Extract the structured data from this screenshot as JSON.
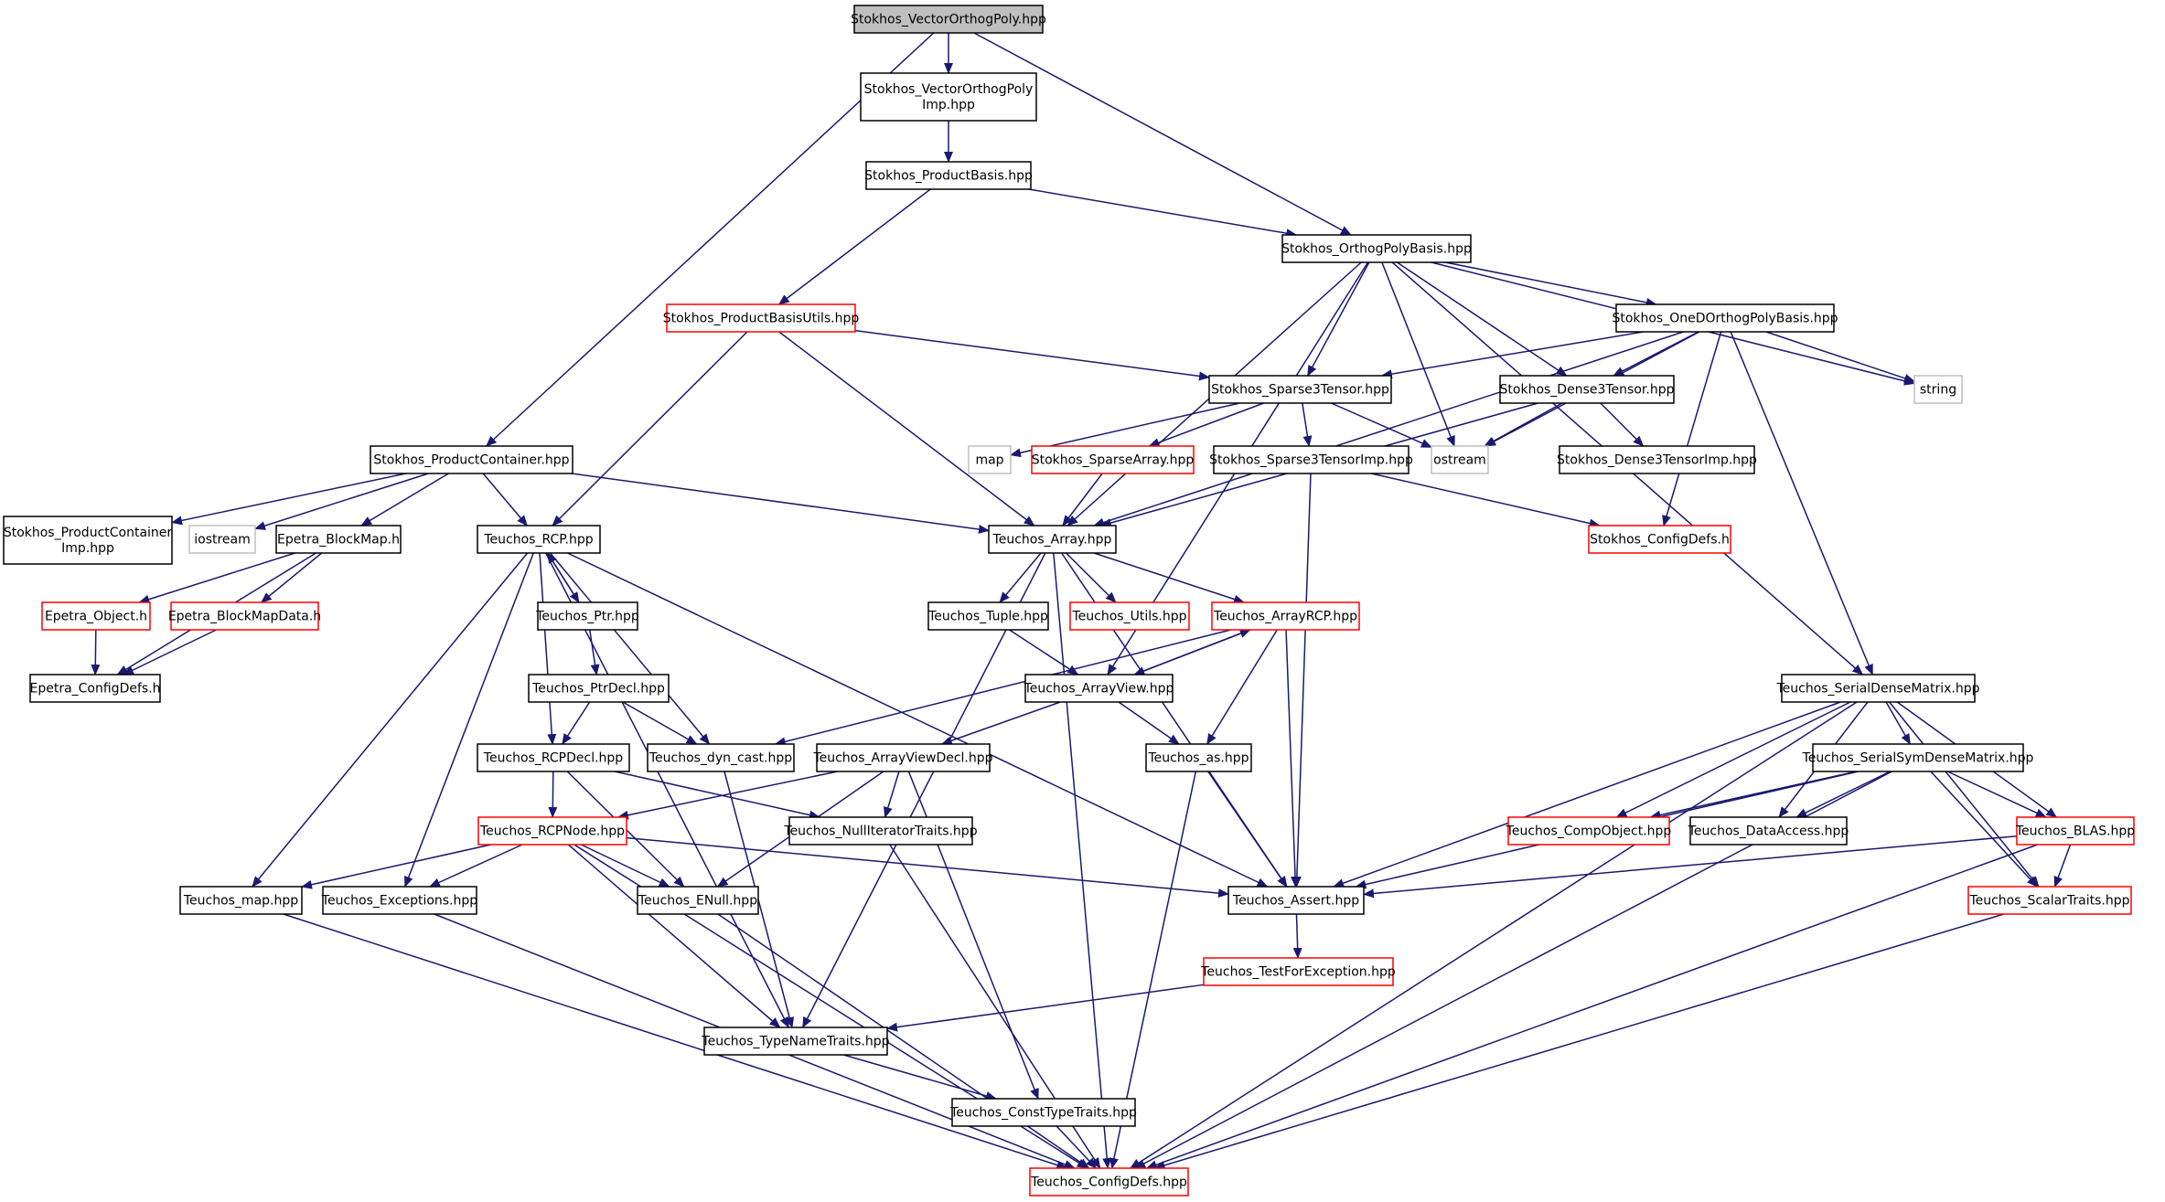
{
  "title": "Stokhos_VectorOrthogPoly.hpp",
  "colors": {
    "edge": "#191970",
    "node_border_normal": "#000000",
    "node_border_truncated": "#ff0000",
    "node_border_external": "#bfbfbf",
    "node_fill_root": "#bfbfbf",
    "node_fill": "#ffffff",
    "text": "#000000"
  },
  "nodes": [
    {
      "id": "root",
      "lines": [
        "Stokhos_VectorOrthogPoly.hpp"
      ],
      "style": "root"
    },
    {
      "id": "vopimp",
      "lines": [
        "Stokhos_VectorOrthogPoly",
        "Imp.hpp"
      ],
      "style": "normal"
    },
    {
      "id": "prodbasis",
      "lines": [
        "Stokhos_ProductBasis.hpp"
      ],
      "style": "normal"
    },
    {
      "id": "orthog",
      "lines": [
        "Stokhos_OrthogPolyBasis.hpp"
      ],
      "style": "normal"
    },
    {
      "id": "pbutils",
      "lines": [
        "Stokhos_ProductBasisUtils.hpp"
      ],
      "style": "truncated"
    },
    {
      "id": "oned",
      "lines": [
        "Stokhos_OneDOrthogPolyBasis.hpp"
      ],
      "style": "normal"
    },
    {
      "id": "sparse3",
      "lines": [
        "Stokhos_Sparse3Tensor.hpp"
      ],
      "style": "normal"
    },
    {
      "id": "dense3",
      "lines": [
        "Stokhos_Dense3Tensor.hpp"
      ],
      "style": "normal"
    },
    {
      "id": "string",
      "lines": [
        "string"
      ],
      "style": "external"
    },
    {
      "id": "prodcont",
      "lines": [
        "Stokhos_ProductContainer.hpp"
      ],
      "style": "normal"
    },
    {
      "id": "map",
      "lines": [
        "map"
      ],
      "style": "external"
    },
    {
      "id": "sparsearr",
      "lines": [
        "Stokhos_SparseArray.hpp"
      ],
      "style": "truncated"
    },
    {
      "id": "sp3imp",
      "lines": [
        "Stokhos_Sparse3TensorImp.hpp"
      ],
      "style": "normal"
    },
    {
      "id": "ostream",
      "lines": [
        "ostream"
      ],
      "style": "external"
    },
    {
      "id": "d3imp",
      "lines": [
        "Stokhos_Dense3TensorImp.hpp"
      ],
      "style": "normal"
    },
    {
      "id": "pcimp",
      "lines": [
        "Stokhos_ProductContainer",
        "Imp.hpp"
      ],
      "style": "normal"
    },
    {
      "id": "iostream",
      "lines": [
        "iostream"
      ],
      "style": "external"
    },
    {
      "id": "blockmap",
      "lines": [
        "Epetra_BlockMap.h"
      ],
      "style": "normal"
    },
    {
      "id": "rcp",
      "lines": [
        "Teuchos_RCP.hpp"
      ],
      "style": "normal"
    },
    {
      "id": "array",
      "lines": [
        "Teuchos_Array.hpp"
      ],
      "style": "normal"
    },
    {
      "id": "configdefs",
      "lines": [
        "Stokhos_ConfigDefs.h"
      ],
      "style": "truncated"
    },
    {
      "id": "epobj",
      "lines": [
        "Epetra_Object.h"
      ],
      "style": "truncated"
    },
    {
      "id": "bmdata",
      "lines": [
        "Epetra_BlockMapData.h"
      ],
      "style": "truncated"
    },
    {
      "id": "ptr",
      "lines": [
        "Teuchos_Ptr.hpp"
      ],
      "style": "normal"
    },
    {
      "id": "tuple",
      "lines": [
        "Teuchos_Tuple.hpp"
      ],
      "style": "normal"
    },
    {
      "id": "utils",
      "lines": [
        "Teuchos_Utils.hpp"
      ],
      "style": "truncated"
    },
    {
      "id": "arcp",
      "lines": [
        "Teuchos_ArrayRCP.hpp"
      ],
      "style": "truncated"
    },
    {
      "id": "epconf",
      "lines": [
        "Epetra_ConfigDefs.h"
      ],
      "style": "normal"
    },
    {
      "id": "ptrdecl",
      "lines": [
        "Teuchos_PtrDecl.hpp"
      ],
      "style": "normal"
    },
    {
      "id": "aview",
      "lines": [
        "Teuchos_ArrayView.hpp"
      ],
      "style": "normal"
    },
    {
      "id": "sdm",
      "lines": [
        "Teuchos_SerialDenseMatrix.hpp"
      ],
      "style": "normal"
    },
    {
      "id": "rcpdecl",
      "lines": [
        "Teuchos_RCPDecl.hpp"
      ],
      "style": "normal"
    },
    {
      "id": "dyncast",
      "lines": [
        "Teuchos_dyn_cast.hpp"
      ],
      "style": "normal"
    },
    {
      "id": "avdecl",
      "lines": [
        "Teuchos_ArrayViewDecl.hpp"
      ],
      "style": "normal"
    },
    {
      "id": "as",
      "lines": [
        "Teuchos_as.hpp"
      ],
      "style": "normal"
    },
    {
      "id": "ssdm",
      "lines": [
        "Teuchos_SerialSymDenseMatrix.hpp"
      ],
      "style": "normal"
    },
    {
      "id": "rcpnode",
      "lines": [
        "Teuchos_RCPNode.hpp"
      ],
      "style": "truncated"
    },
    {
      "id": "nullit",
      "lines": [
        "Teuchos_NullIteratorTraits.hpp"
      ],
      "style": "normal"
    },
    {
      "id": "compobj",
      "lines": [
        "Teuchos_CompObject.hpp"
      ],
      "style": "truncated"
    },
    {
      "id": "dataacc",
      "lines": [
        "Teuchos_DataAccess.hpp"
      ],
      "style": "normal"
    },
    {
      "id": "blas",
      "lines": [
        "Teuchos_BLAS.hpp"
      ],
      "style": "truncated"
    },
    {
      "id": "tmap",
      "lines": [
        "Teuchos_map.hpp"
      ],
      "style": "normal"
    },
    {
      "id": "exc",
      "lines": [
        "Teuchos_Exceptions.hpp"
      ],
      "style": "normal"
    },
    {
      "id": "enull",
      "lines": [
        "Teuchos_ENull.hpp"
      ],
      "style": "normal"
    },
    {
      "id": "assert",
      "lines": [
        "Teuchos_Assert.hpp"
      ],
      "style": "normal"
    },
    {
      "id": "scalar",
      "lines": [
        "Teuchos_ScalarTraits.hpp"
      ],
      "style": "truncated"
    },
    {
      "id": "testexc",
      "lines": [
        "Teuchos_TestForException.hpp"
      ],
      "style": "truncated"
    },
    {
      "id": "tnt",
      "lines": [
        "Teuchos_TypeNameTraits.hpp"
      ],
      "style": "normal"
    },
    {
      "id": "ctt",
      "lines": [
        "Teuchos_ConstTypeTraits.hpp"
      ],
      "style": "normal"
    },
    {
      "id": "tconf",
      "lines": [
        "Teuchos_ConfigDefs.hpp"
      ],
      "style": "truncated"
    }
  ],
  "edges": [
    [
      "root",
      "vopimp"
    ],
    [
      "root",
      "orthog"
    ],
    [
      "root",
      "prodcont"
    ],
    [
      "vopimp",
      "prodbasis"
    ],
    [
      "prodbasis",
      "orthog"
    ],
    [
      "prodbasis",
      "pbutils"
    ],
    [
      "orthog",
      "oned"
    ],
    [
      "orthog",
      "sparse3"
    ],
    [
      "orthog",
      "dense3"
    ],
    [
      "orthog",
      "string"
    ],
    [
      "orthog",
      "ostream"
    ],
    [
      "orthog",
      "array"
    ],
    [
      "orthog",
      "aview"
    ],
    [
      "orthog",
      "sdm"
    ],
    [
      "pbutils",
      "sparse3"
    ],
    [
      "pbutils",
      "rcp"
    ],
    [
      "pbutils",
      "array"
    ],
    [
      "oned",
      "sparse3"
    ],
    [
      "oned",
      "dense3"
    ],
    [
      "oned",
      "string"
    ],
    [
      "oned",
      "ostream"
    ],
    [
      "oned",
      "array"
    ],
    [
      "oned",
      "configdefs"
    ],
    [
      "oned",
      "sdm"
    ],
    [
      "sparse3",
      "map"
    ],
    [
      "sparse3",
      "sparsearr"
    ],
    [
      "sparse3",
      "sp3imp"
    ],
    [
      "sparse3",
      "ostream"
    ],
    [
      "dense3",
      "ostream"
    ],
    [
      "dense3",
      "d3imp"
    ],
    [
      "dense3",
      "array"
    ],
    [
      "prodcont",
      "pcimp"
    ],
    [
      "prodcont",
      "iostream"
    ],
    [
      "prodcont",
      "blockmap"
    ],
    [
      "prodcont",
      "rcp"
    ],
    [
      "prodcont",
      "array"
    ],
    [
      "sparsearr",
      "array"
    ],
    [
      "sp3imp",
      "configdefs"
    ],
    [
      "sp3imp",
      "assert"
    ],
    [
      "blockmap",
      "epobj"
    ],
    [
      "blockmap",
      "bmdata"
    ],
    [
      "blockmap",
      "epconf"
    ],
    [
      "epobj",
      "epconf"
    ],
    [
      "bmdata",
      "epconf"
    ],
    [
      "rcp",
      "ptr"
    ],
    [
      "rcp",
      "rcpdecl"
    ],
    [
      "rcp",
      "dyncast"
    ],
    [
      "rcp",
      "tmap"
    ],
    [
      "rcp",
      "exc"
    ],
    [
      "rcp",
      "tnt"
    ],
    [
      "rcp",
      "assert"
    ],
    [
      "ptr",
      "rcp"
    ],
    [
      "ptr",
      "ptrdecl"
    ],
    [
      "ptrdecl",
      "rcpdecl"
    ],
    [
      "ptrdecl",
      "dyncast"
    ],
    [
      "array",
      "tuple"
    ],
    [
      "array",
      "utils"
    ],
    [
      "array",
      "arcp"
    ],
    [
      "array",
      "assert"
    ],
    [
      "array",
      "tnt"
    ],
    [
      "array",
      "tconf"
    ],
    [
      "tuple",
      "aview"
    ],
    [
      "arcp",
      "aview"
    ],
    [
      "arcp",
      "dyncast"
    ],
    [
      "arcp",
      "as"
    ],
    [
      "arcp",
      "assert"
    ],
    [
      "aview",
      "arcp"
    ],
    [
      "aview",
      "avdecl"
    ],
    [
      "aview",
      "as"
    ],
    [
      "rcpdecl",
      "rcpnode"
    ],
    [
      "rcpdecl",
      "enull"
    ],
    [
      "rcpdecl",
      "nullit"
    ],
    [
      "dyncast",
      "tnt"
    ],
    [
      "avdecl",
      "rcpnode"
    ],
    [
      "avdecl",
      "nullit"
    ],
    [
      "avdecl",
      "enull"
    ],
    [
      "avdecl",
      "ctt"
    ],
    [
      "as",
      "assert"
    ],
    [
      "as",
      "tconf"
    ],
    [
      "rcpnode",
      "tmap"
    ],
    [
      "rcpnode",
      "exc"
    ],
    [
      "rcpnode",
      "enull"
    ],
    [
      "rcpnode",
      "tnt"
    ],
    [
      "rcpnode",
      "assert"
    ],
    [
      "rcpnode",
      "tconf"
    ],
    [
      "nullit",
      "tconf"
    ],
    [
      "sdm",
      "compobj"
    ],
    [
      "sdm",
      "dataacc"
    ],
    [
      "sdm",
      "ssdm"
    ],
    [
      "sdm",
      "blas"
    ],
    [
      "sdm",
      "scalar"
    ],
    [
      "sdm",
      "assert"
    ],
    [
      "sdm",
      "tconf"
    ],
    [
      "ssdm",
      "compobj"
    ],
    [
      "ssdm",
      "dataacc"
    ],
    [
      "ssdm",
      "blas"
    ],
    [
      "ssdm",
      "scalar"
    ],
    [
      "ssdm",
      "assert"
    ],
    [
      "ssdm",
      "tconf"
    ],
    [
      "blas",
      "assert"
    ],
    [
      "blas",
      "scalar"
    ],
    [
      "blas",
      "tconf"
    ],
    [
      "tmap",
      "tconf"
    ],
    [
      "exc",
      "tconf"
    ],
    [
      "enull",
      "tconf"
    ],
    [
      "assert",
      "testexc"
    ],
    [
      "testexc",
      "tnt"
    ],
    [
      "tnt",
      "ctt"
    ],
    [
      "ctt",
      "tconf"
    ],
    [
      "scalar",
      "tconf"
    ]
  ]
}
